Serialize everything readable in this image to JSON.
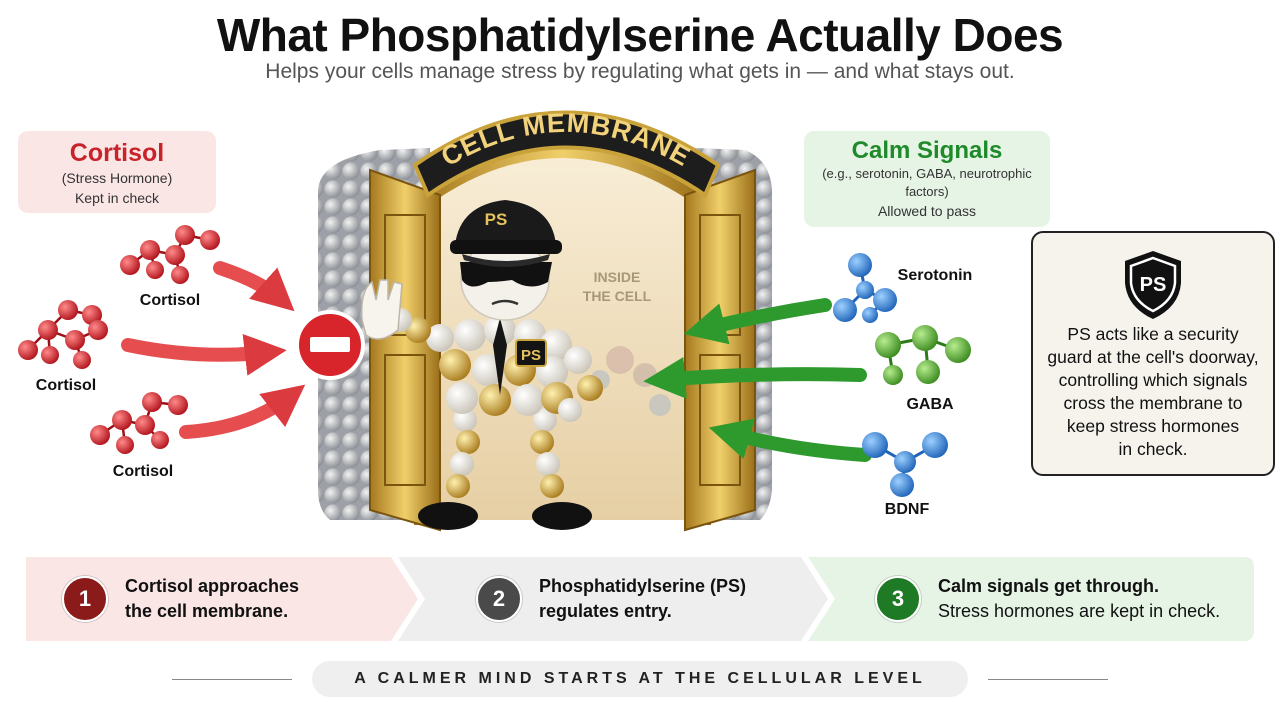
{
  "title": "What Phosphatidylserine Actually Does",
  "subtitle": "Helps your cells manage stress by regulating what gets in — and what stays out.",
  "cortisol_box": {
    "heading": "Cortisol",
    "line1": "(Stress Hormone)",
    "line2": "Kept in check"
  },
  "calm_box": {
    "heading": "Calm Signals",
    "line1": "(e.g., serotonin, GABA, neurotrophic",
    "line2": "factors)",
    "line3": "Allowed to pass"
  },
  "cortisol_labels": [
    "Cortisol",
    "Cortisol",
    "Cortisol"
  ],
  "door_sign": "CELL MEMBRANE",
  "inside_label_1": "INSIDE",
  "inside_label_2": "THE CELL",
  "cap_badge": "PS",
  "chest_badge": "PS",
  "signal_labels": {
    "serotonin": "Serotonin",
    "gaba": "GABA",
    "bdnf": "BDNF"
  },
  "guard_card": {
    "badge": "PS",
    "lines": [
      "PS acts like a security",
      "guard at the cell's doorway,",
      "controlling which signals",
      "cross the membrane to",
      "keep stress hormones",
      "in check."
    ]
  },
  "steps": [
    {
      "num": "1",
      "line1": "Cortisol approaches",
      "line2": "the cell membrane.",
      "color": "#8b1a1a",
      "bg": "#fbe6e6"
    },
    {
      "num": "2",
      "line1": "Phosphatidylserine (PS)",
      "line2": "regulates entry.",
      "color": "#4a4a4a",
      "bg": "#eeeeee"
    },
    {
      "num": "3",
      "line1": "Calm signals get through.",
      "line2": "Stress hormones are kept in check.",
      "color": "#1e7a24",
      "bg": "#e6f4e6"
    }
  ],
  "footer": "A CALMER MIND STARTS AT THE CELLULAR LEVEL",
  "colors": {
    "cortisol_red": "#c8232a",
    "calm_green": "#1f8a2a",
    "gold": "#c9a23a",
    "molecule_blue": "#3a86d6"
  }
}
